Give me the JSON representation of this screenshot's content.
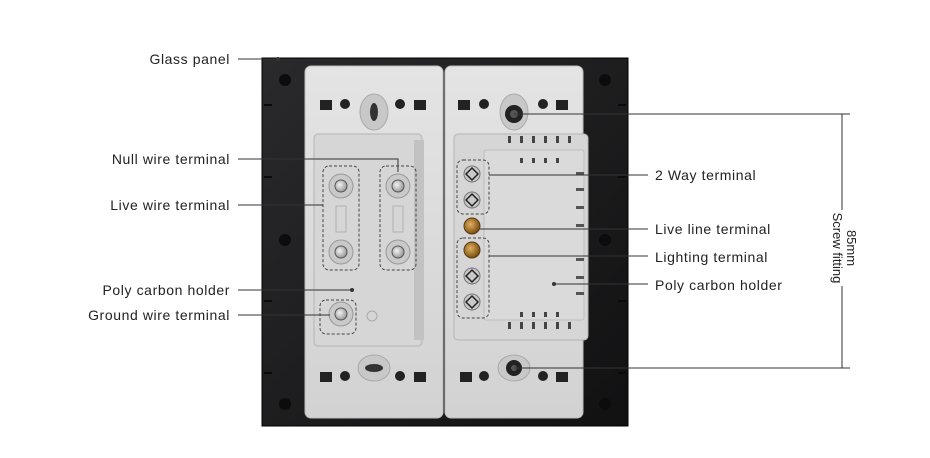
{
  "labels": {
    "glass_panel": "Glass panel",
    "null_wire_terminal": "Null wire terminal",
    "live_wire_terminal": "Live wire terminal",
    "poly_carbon_holder_left": "Poly carbon holder",
    "ground_wire_terminal": "Ground wire terminal",
    "two_way_terminal": "2 Way terminal",
    "live_line_terminal": "Live line terminal",
    "lighting_terminal": "Lighting terminal",
    "poly_carbon_holder_right": "Poly carbon holder"
  },
  "dimension": {
    "value": "85mm",
    "caption": "Screw fitting"
  },
  "colors": {
    "panel": "#1c1c1e",
    "module": "#dcdcdc",
    "module_shadow": "#c4c4c4",
    "screw_brass": "#a0702a",
    "leader_line": "#333333"
  }
}
